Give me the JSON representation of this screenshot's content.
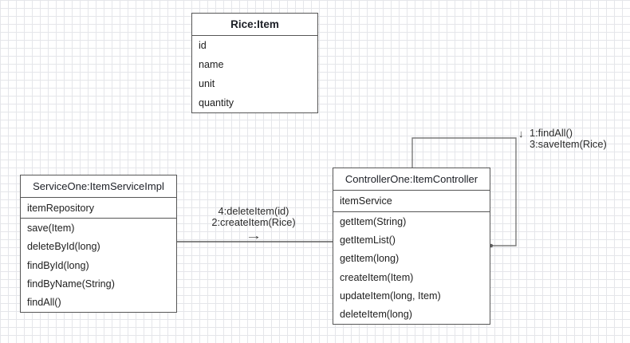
{
  "canvas": {
    "background": "#ffffff",
    "grid_color": "#e5e6ea"
  },
  "colors": {
    "box_border": "#565656",
    "connector": "#5e5e5e",
    "text": "#202020"
  },
  "objects": {
    "rice": {
      "title": "Rice:Item",
      "attributes": [
        "id",
        "name",
        "unit",
        "quantity"
      ]
    },
    "service": {
      "title": "ServiceOne:ItemServiceImpl",
      "attribute": "itemRepository",
      "methods": [
        "save(Item)",
        "deleteById(long)",
        "findById(long)",
        "findByName(String)",
        "findAll()"
      ]
    },
    "controller": {
      "title": "ControllerOne:ItemController",
      "attribute": "itemService",
      "methods": [
        "getItem(String)",
        "getItemList()",
        "getItem(long)",
        "createItem(Item)",
        "updateItem(long, Item)",
        "deleteItem(long)"
      ]
    }
  },
  "edges": {
    "service_to_controller": {
      "label_line1": "4:deleteItem(id)",
      "label_line2": "2:createItem(Rice)",
      "arrow_icon": "→"
    },
    "controller_self_loop": {
      "label_line1": "1:findAll()",
      "label_line2": "3:saveItem(Rice)",
      "arrow_icon": "↓"
    }
  }
}
